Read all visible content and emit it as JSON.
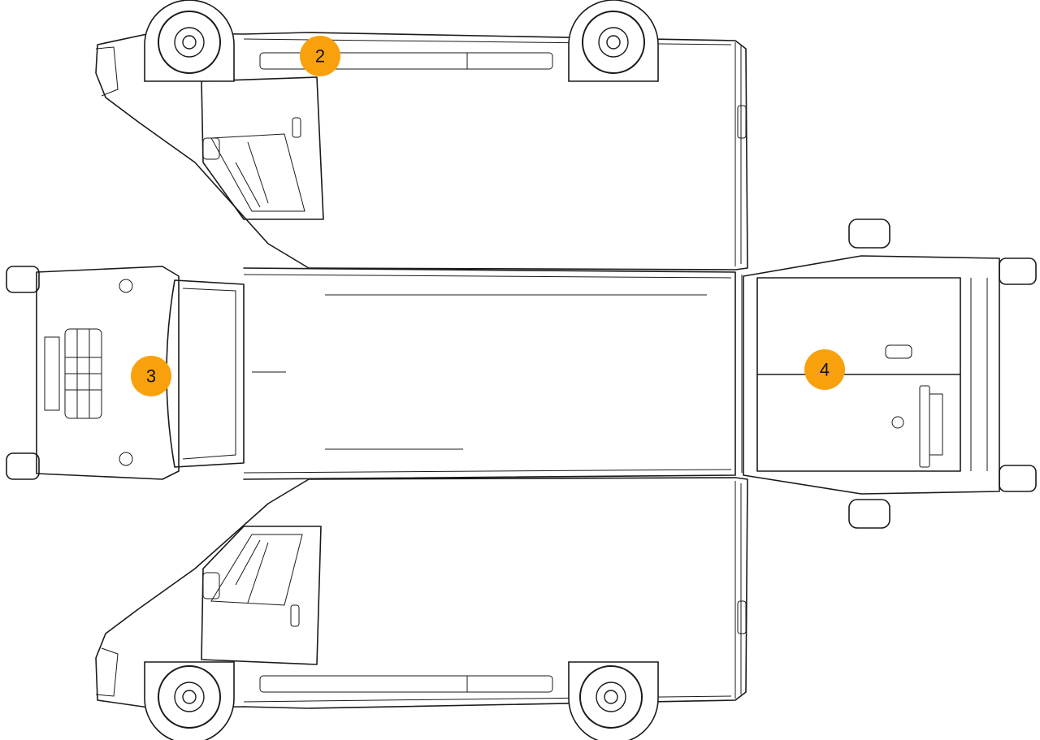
{
  "diagram": {
    "marker_color": "#F9A10C",
    "line_color": "#1a1a1a",
    "background": "#ffffff",
    "markers": [
      {
        "id": "2",
        "label": "2"
      },
      {
        "id": "3",
        "label": "3"
      },
      {
        "id": "4",
        "label": "4"
      }
    ]
  }
}
